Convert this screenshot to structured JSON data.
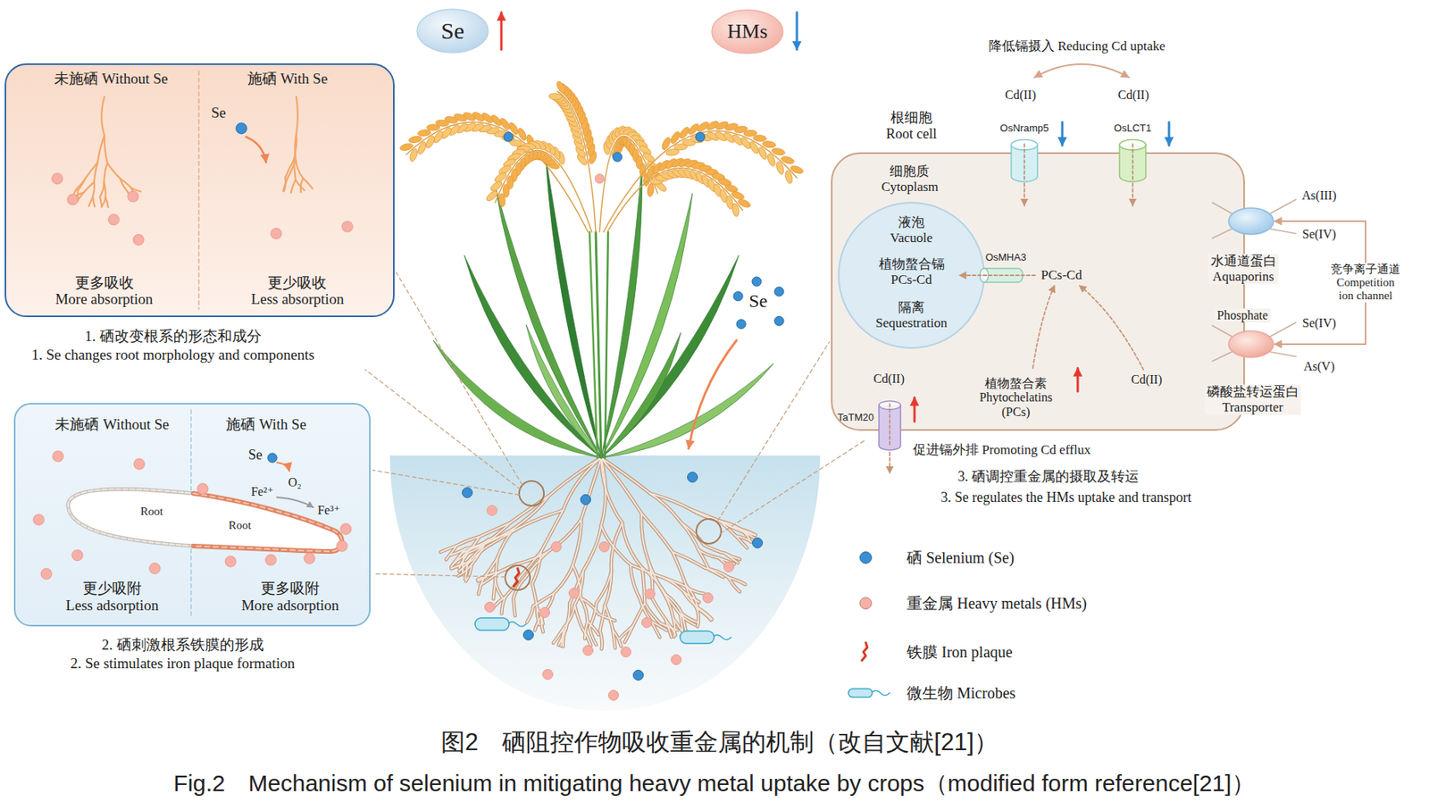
{
  "diagram": {
    "caption": "图2　硒阻控作物吸收重金属的机制（改自文献[21]）",
    "nodes": [
      {
        "text": [
          "Se"
        ]
      },
      {
        "text": [
          "HMs"
        ]
      },
      {
        "text": [
          "未施硒 Without Se",
          "施硒 With Se",
          "Se",
          "更多吸收 More absorption",
          "更少吸收 Less absorption",
          "1. 硒改变根系的形态和成分",
          "1. Se changes root morphology and components"
        ]
      },
      {
        "text": [
          "未施硒 Without Se",
          "施硒 With Se",
          "Se",
          "Fe²⁺",
          "O₂",
          "Fe³⁺",
          "Root",
          "Root",
          "更少吸附 Less adsorption",
          "更多吸附 More adsorption",
          "2. 硒刺激根系铁膜的形成",
          "2. Se stimulates iron plaque formation"
        ]
      },
      {
        "text": [
          "根细胞 Root cell",
          "细胞质 Cytoplasm",
          "3. 硒调控重金属的摄取及转运",
          "3. Se regulates the HMs uptake and transport"
        ]
      },
      {
        "text": [
          "OsNramp5"
        ],
        "in": 4
      },
      {
        "text": [
          "OsLCT1"
        ],
        "in": 4
      },
      {
        "text": [
          "液泡 Vacuole",
          "植物螯合镉 PCs-Cd",
          "隔离 Sequestration"
        ],
        "in": 4
      },
      {
        "text": [
          "OsMHA3"
        ],
        "in": 4
      },
      {
        "text": [
          "水通道蛋白 Aquaporins"
        ],
        "in": 4
      },
      {
        "text": [
          "Phosphate",
          "磷酸盐转运蛋白 Transporter"
        ],
        "in": 4
      },
      {
        "text": [
          "TaTM20"
        ],
        "in": 4
      }
    ],
    "edges": [
      {
        "from": 9,
        "to": 10,
        "label": "竞争离子通道 Competition ion channel",
        "arrow": "both"
      }
    ],
    "labels": [
      "Se",
      "降低镉摄入 Reducing Cd uptake",
      "Cd(II)",
      "Cd(II)",
      "PCs-Cd",
      "As(III)",
      "Se(IV)",
      "Se(IV)",
      "As(V)",
      "Cd(II)",
      "植物螯合素 Phytochelatins (PCs)",
      "Cd(II)",
      "促进镉外排 Promoting Cd efflux",
      "Fig.2　Mechanism of selenium in mitigating heavy metal uptake by crops（modified form reference[21]）"
    ],
    "legend": [
      {
        "text": "硒 Selenium (Se)",
        "color": "#3b8fd1"
      },
      {
        "text": "重金属 Heavy metals (HMs)",
        "color": "#f6b0a6"
      },
      {
        "text": "铁膜 Iron plaque"
      },
      {
        "text": "微生物 Microbes"
      }
    ]
  }
}
